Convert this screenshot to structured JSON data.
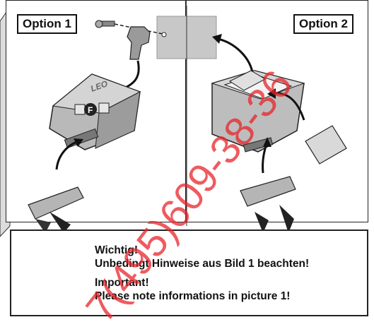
{
  "option1": {
    "label": "Option 1",
    "device_brand": "LEO"
  },
  "option2": {
    "label": "Option 2"
  },
  "warning": {
    "de_title": "Wichtig!",
    "de_text": "Unbedingt Hinweise aus Bild 1 beachten!",
    "en_title": "Important!",
    "en_text": "Please note informations in picture 1!"
  },
  "watermark": {
    "text": "7(495)609-38-36",
    "color": "#e8242a"
  }
}
